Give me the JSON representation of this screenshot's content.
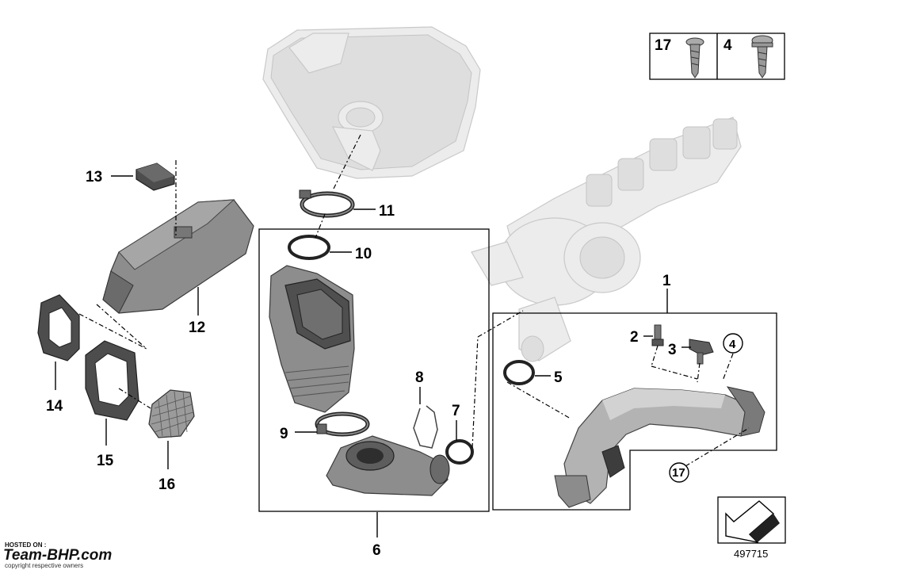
{
  "callouts": {
    "c1": "1",
    "c2": "2",
    "c3": "3",
    "c4": "4",
    "c5": "5",
    "c6": "6",
    "c7": "7",
    "c8": "8",
    "c9": "9",
    "c10": "10",
    "c11": "11",
    "c12": "12",
    "c13": "13",
    "c14": "14",
    "c15": "15",
    "c16": "16",
    "c17": "17"
  },
  "fastener_legend": {
    "item_a": "17",
    "item_b": "4"
  },
  "diagram_number": "497715",
  "watermark": {
    "line1": "HOSTED ON :",
    "brand": "Team-BHP.com",
    "line3": "copyright respective owners"
  },
  "colors": {
    "ghost_parts": "#ececec",
    "highlight_parts": "#8d8d8d",
    "brand_red": "#d0021b"
  }
}
